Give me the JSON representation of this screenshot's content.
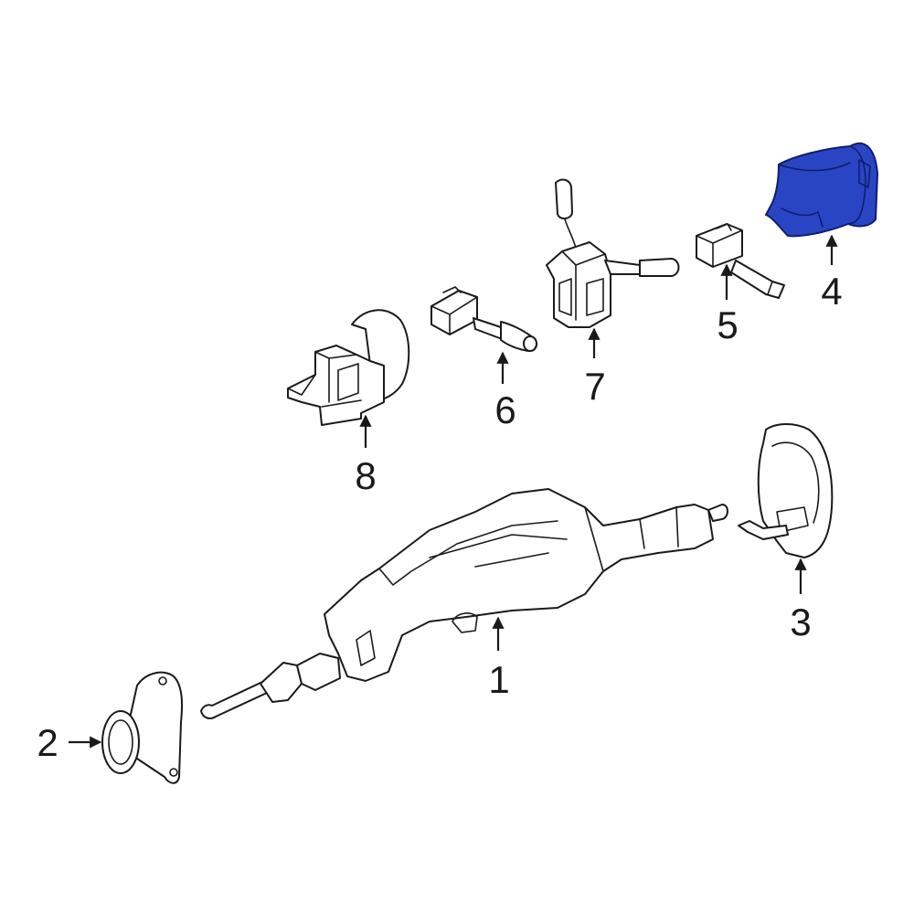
{
  "diagram": {
    "highlight_color": "#2a45c4",
    "line_color": "#1a1a1a",
    "callouts": {
      "c1": "1",
      "c2": "2",
      "c3": "3",
      "c4": "4",
      "c5": "5",
      "c6": "6",
      "c7": "7",
      "c8": "8"
    }
  }
}
